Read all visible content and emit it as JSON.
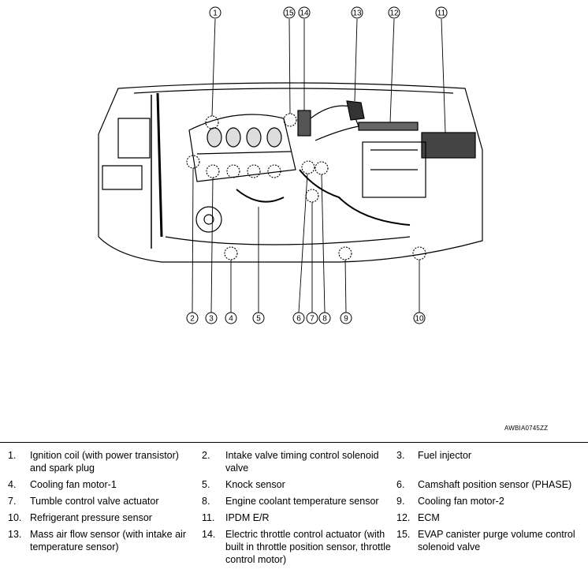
{
  "diagram": {
    "image_code": "AWBIA0745ZZ",
    "callouts_top": [
      "1",
      "15",
      "14",
      "13",
      "12",
      "11"
    ],
    "callouts_bottom": [
      "2",
      "3",
      "4",
      "5",
      "6",
      "7",
      "8",
      "9",
      "10"
    ]
  },
  "legend": [
    {
      "num": "1.",
      "text": "Ignition coil (with power transistor) and spark plug"
    },
    {
      "num": "2.",
      "text": "Intake valve timing control solenoid valve"
    },
    {
      "num": "3.",
      "text": "Fuel injector"
    },
    {
      "num": "4.",
      "text": "Cooling fan motor-1"
    },
    {
      "num": "5.",
      "text": "Knock sensor"
    },
    {
      "num": "6.",
      "text": "Camshaft position sensor (PHASE)"
    },
    {
      "num": "7.",
      "text": "Tumble control valve actuator"
    },
    {
      "num": "8.",
      "text": "Engine coolant temperature sensor"
    },
    {
      "num": "9.",
      "text": "Cooling fan motor-2"
    },
    {
      "num": "10.",
      "text": "Refrigerant pressure sensor"
    },
    {
      "num": "11.",
      "text": "IPDM E/R"
    },
    {
      "num": "12.",
      "text": "ECM"
    },
    {
      "num": "13.",
      "text": "Mass air flow sensor (with intake air temperature sensor)"
    },
    {
      "num": "14.",
      "text": "Electric throttle control actuator (with built in throttle position sensor, throttle control motor)"
    },
    {
      "num": "15.",
      "text": "EVAP canister purge volume control solenoid valve"
    }
  ]
}
